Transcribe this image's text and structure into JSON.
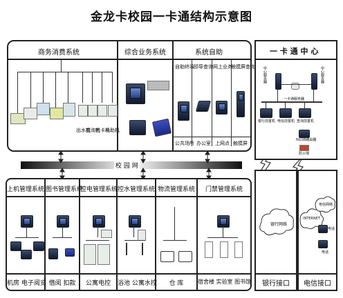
{
  "title": "金龙卡校园一卡通结构示意图",
  "top_systems": {
    "commerce": {
      "title": "商务消费系统",
      "devices": [
        "出水机",
        "查询机",
        "售卡机",
        "补助机"
      ]
    },
    "integrated": {
      "title": "综合业务系统"
    },
    "self_service": {
      "title": "系统自助",
      "columns": [
        "自助终端",
        "领导查询",
        "网上业务",
        "触摸屏查询"
      ],
      "places": [
        "公共场所",
        "办公室",
        "上网点",
        "触摸屏"
      ]
    }
  },
  "campus_network": "校 园 网",
  "center": {
    "title": "一 卡 通 中 心",
    "labels": {
      "srv1": "中心服务器",
      "srv2": "中心服务器",
      "storage": "存储",
      "bus": "一卡通服务器",
      "pre1": "银行前置机",
      "pre2": "电信前置机",
      "pre3": "查询前置机",
      "router": "NGSB路由器",
      "firewall": "防火墙"
    }
  },
  "bottom_systems": [
    {
      "title": "上机管理系统",
      "caption": "机房  电子阅览"
    },
    {
      "title": "图书管理系统",
      "caption": "借阅  扣款"
    },
    {
      "title": "控电管理系统",
      "caption": "公寓电控"
    },
    {
      "title": "控水管理系统",
      "caption": "浴池  公寓水控"
    },
    {
      "title": "物流管理系统",
      "caption": "仓  库"
    },
    {
      "title": "门禁管理系统",
      "caption": "宿舍楼  实验室  图书馆"
    }
  ],
  "bank": {
    "cloud": "银行网络",
    "caption": "银行接口"
  },
  "telecom": {
    "cloud1": "INTERNET",
    "cloud2": "电信网络",
    "phone1": "电话",
    "phone2": "电话",
    "caption": "电信接口"
  }
}
